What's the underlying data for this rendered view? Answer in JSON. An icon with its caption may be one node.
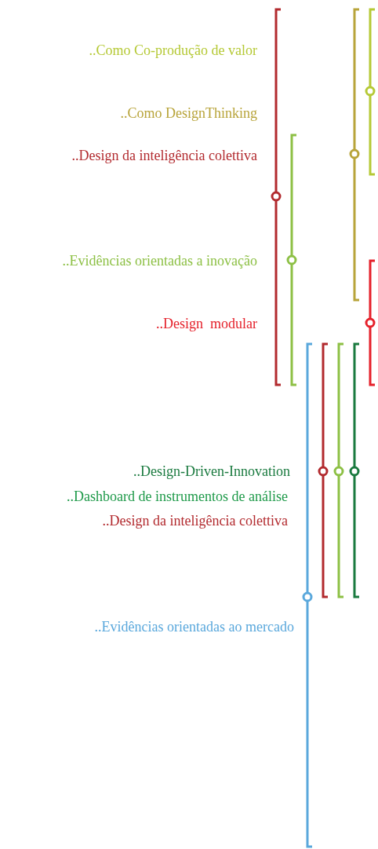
{
  "diagram": {
    "labels": [
      "..Como Co-produção de valor",
      "..Como DesignThinking",
      "..Design da inteligência colettiva",
      "..Evidências orientadas a inovação",
      "..Design  modular",
      "..Design-Driven-Innovation",
      "..Dashboard de instrumentos de análise",
      "..Design da inteligência colettiva",
      "..Evidências orientadas ao mercado"
    ]
  }
}
